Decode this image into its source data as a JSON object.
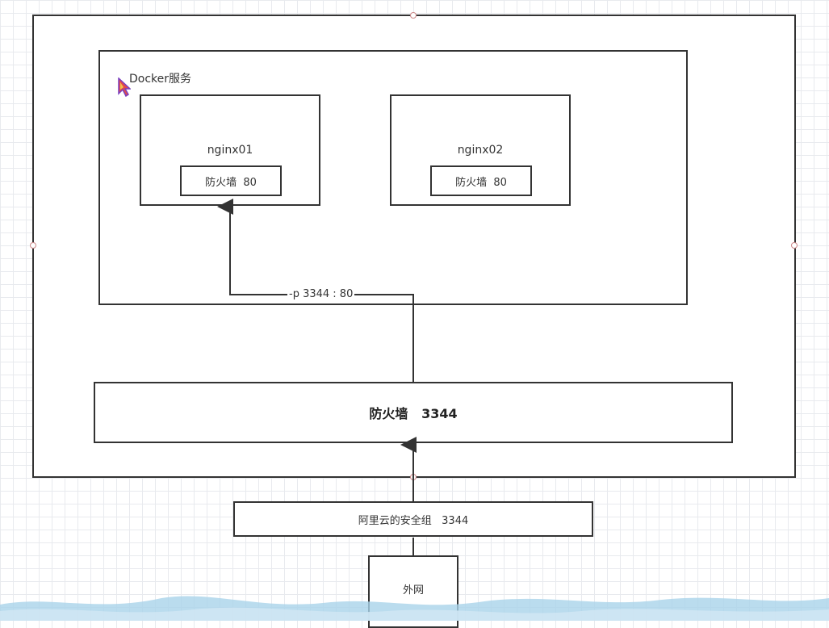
{
  "server": {
    "docker_label": "Docker服务"
  },
  "containers": [
    {
      "name": "nginx01",
      "firewall": "防火墙  80"
    },
    {
      "name": "nginx02",
      "firewall": "防火墙  80"
    }
  ],
  "port_mapping": "-p 3344 : 80",
  "host_firewall": "防火墙   3344",
  "security_group": "阿里云的安全组   3344",
  "internet": "外网",
  "colors": {
    "line": "#333333",
    "grid": "#e8eaee",
    "wave": "#a9d3ea"
  }
}
